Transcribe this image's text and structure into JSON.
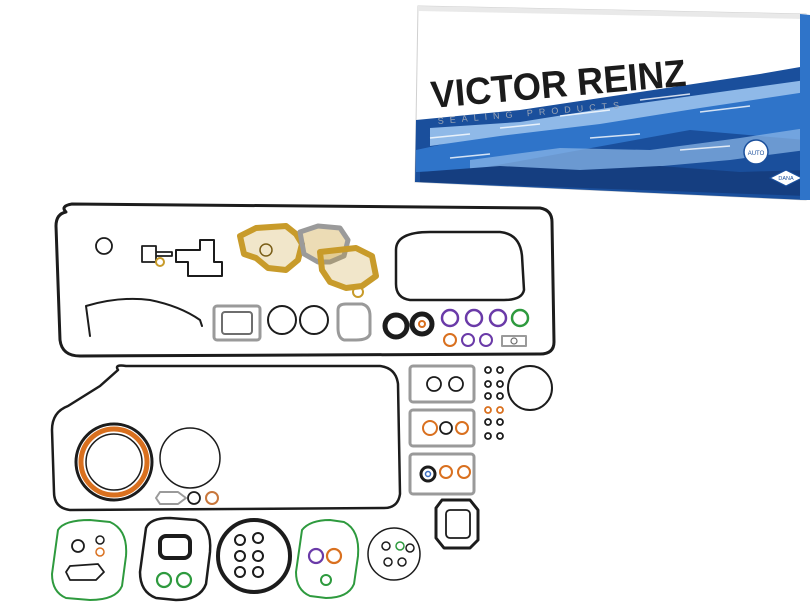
{
  "product_box": {
    "brand_name": "VICTOR REINZ",
    "tagline": "SEALING PRODUCTS",
    "dana_label": "DANA",
    "badge_label": "AUTO",
    "colors": {
      "box_white": "#ffffff",
      "wave_dark": "#1a4f9c",
      "wave_mid": "#2f74c9",
      "wave_light": "#8fb9e8",
      "brand_text": "#1b1b1b"
    }
  },
  "gasket_kit": {
    "colors": {
      "black_rubber": "#1c1c1c",
      "gold_metal": "#c89b2a",
      "gray_metal": "#9a9a9a",
      "green_oring": "#2e9a3e",
      "purple_oring": "#6a3aa8",
      "copper": "#c8773c",
      "orange_seal": "#d9701f",
      "blue_seal": "#3b6fc4"
    }
  }
}
